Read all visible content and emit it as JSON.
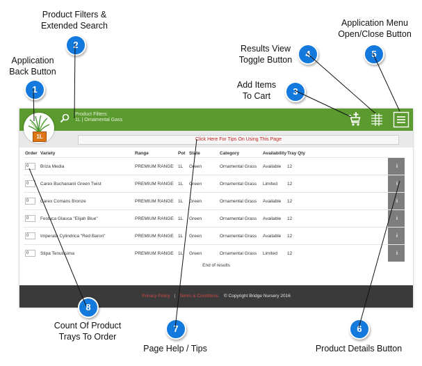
{
  "callouts": [
    {
      "num": "1",
      "label": "Application\nBack Button"
    },
    {
      "num": "2",
      "label": "Product Filters &\nExtended Search"
    },
    {
      "num": "3",
      "label": "Add Items\nTo Cart"
    },
    {
      "num": "4",
      "label": "Results View\nToggle Button"
    },
    {
      "num": "5",
      "label": "Application Menu\nOpen/Close Button"
    },
    {
      "num": "6",
      "label": "Product Details Button"
    },
    {
      "num": "7",
      "label": "Page Help / Tips"
    },
    {
      "num": "8",
      "label": "Count Of Product\nTrays To Order"
    }
  ],
  "app": {
    "logo_badge": "1L",
    "filter_title": "Product Filters:",
    "filter_value": "1L | Ornamental Gass",
    "tips_button": "Click Here For Tips On Using This Page",
    "accent_color": "#5a9a2e",
    "columns": [
      "Order",
      "Variety",
      "Range",
      "Pot",
      "State",
      "Category",
      "Availability",
      "Tray Qty"
    ],
    "rows": [
      {
        "order": "0",
        "variety": "Briza Media",
        "range": "PREMIUM RANGE",
        "pot": "1L",
        "state": "Green",
        "category": "Ornamental Grass",
        "availability": "Available",
        "tray_qty": "12",
        "info": "i"
      },
      {
        "order": "0",
        "variety": "Carex Buchananii Green Twist",
        "range": "PREMIUM RANGE",
        "pot": "1L",
        "state": "Green",
        "category": "Ornamental Grass",
        "availability": "Limited",
        "tray_qty": "12",
        "info": "i"
      },
      {
        "order": "0",
        "variety": "Carex Comans Bronze",
        "range": "PREMIUM RANGE",
        "pot": "1L",
        "state": "Green",
        "category": "Ornamental Grass",
        "availability": "Available",
        "tray_qty": "12",
        "info": "i"
      },
      {
        "order": "0",
        "variety": "Festuca Glauca \"Elijah Blue\"",
        "range": "PREMIUM RANGE",
        "pot": "1L",
        "state": "Green",
        "category": "Ornamental Grass",
        "availability": "Available",
        "tray_qty": "12",
        "info": "i"
      },
      {
        "order": "0",
        "variety": "Imperata Cylindrica \"Red Baron\"",
        "range": "PREMIUM RANGE",
        "pot": "1L",
        "state": "Green",
        "category": "Ornamental Grass",
        "availability": "Available",
        "tray_qty": "12",
        "info": "i"
      },
      {
        "order": "0",
        "variety": "Stipa Tenuissima",
        "range": "PREMIUM RANGE",
        "pot": "1L",
        "state": "Green",
        "category": "Ornamental Grass",
        "availability": "Limited",
        "tray_qty": "12",
        "info": "i"
      }
    ],
    "end_text": "End of results",
    "footer": {
      "privacy": "Privacy Policy",
      "separator": "|",
      "terms": "Terms & Conditions",
      "copyright": "© Copyright Bridge Nursery 2016"
    }
  }
}
